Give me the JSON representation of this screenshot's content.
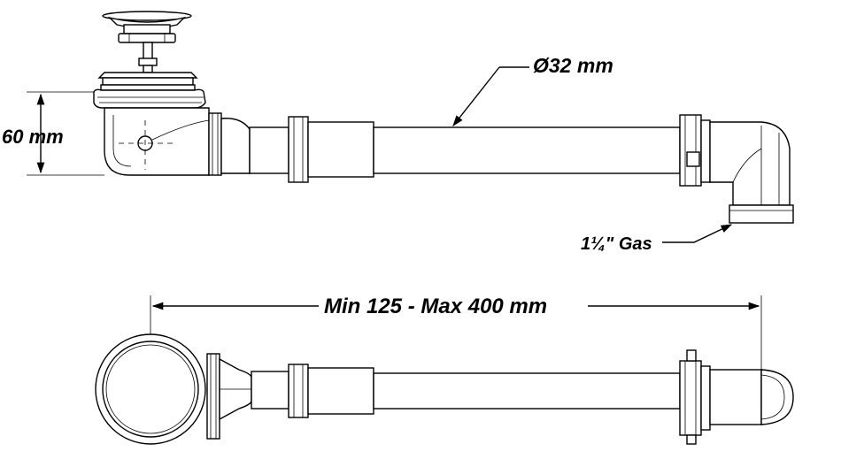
{
  "labels": {
    "diameter": "Ø32 mm",
    "height": "60 mm",
    "thread": "1¼\" Gas",
    "length": "Min 125 - Max 400 mm"
  }
}
